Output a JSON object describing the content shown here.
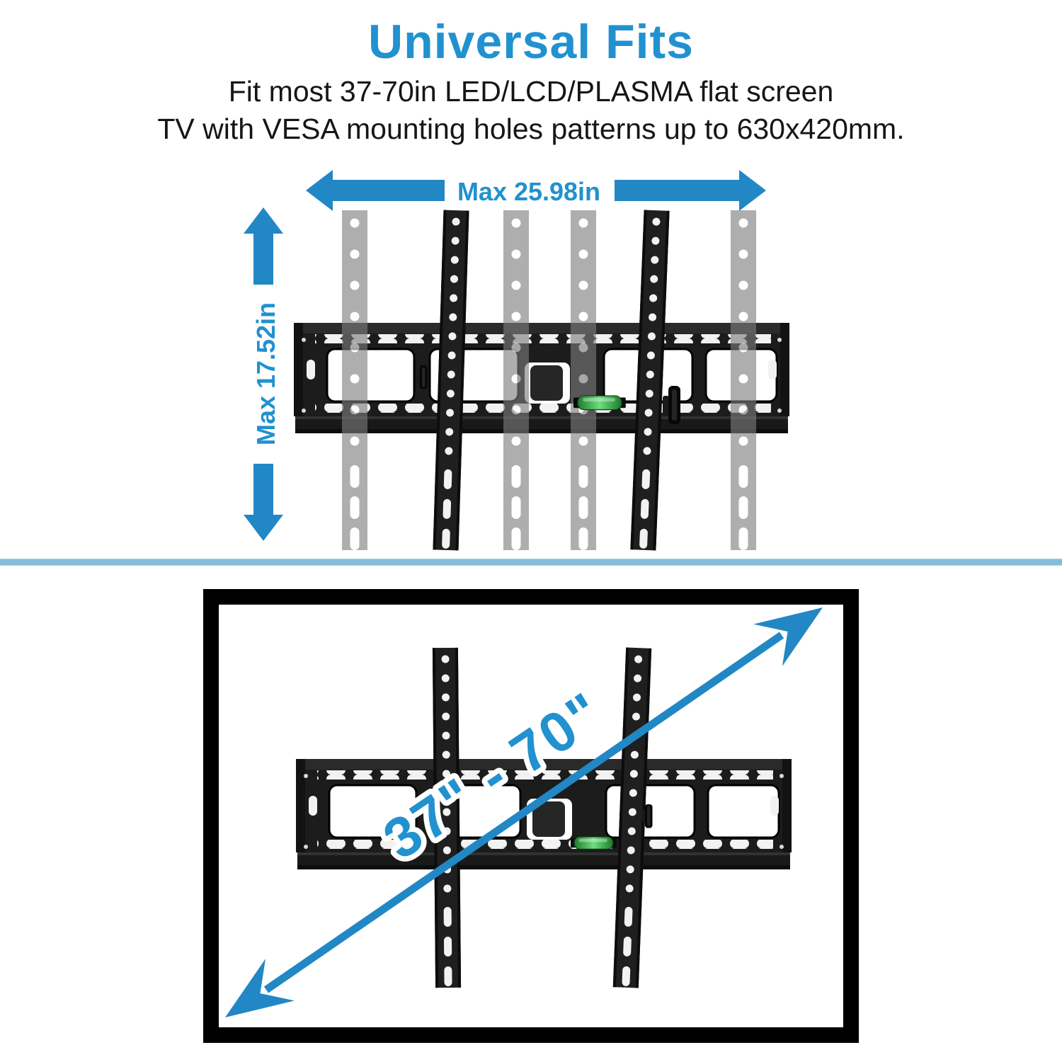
{
  "title": "Universal Fits",
  "subtitle": {
    "line1": "Fit most 37-70in LED/LCD/PLASMA flat screen",
    "line2": "TV with VESA mounting holes patterns up to 630x420mm."
  },
  "top_diagram": {
    "width_label": "Max 25.98in",
    "height_label": "Max 17.52in"
  },
  "bottom_diagram": {
    "size_range_label": "37\" - 70\""
  },
  "icons": {
    "width_arrows": "horizontal-double-arrow",
    "height_arrows": "vertical-double-arrow",
    "diagonal_arrow": "diagonal-double-arrow",
    "bubble_level": "green-bubble-level",
    "tilt_knob": "tension-knob"
  },
  "colors": {
    "accent": "#2191D0",
    "arrow_blue": "#2287C5",
    "divider_blue": "#85BCD9",
    "mount_black": "#1C1C1C",
    "rail_gray": "#7D7D7D",
    "level_green": "#4CC35E",
    "frame_border": "#000000"
  }
}
